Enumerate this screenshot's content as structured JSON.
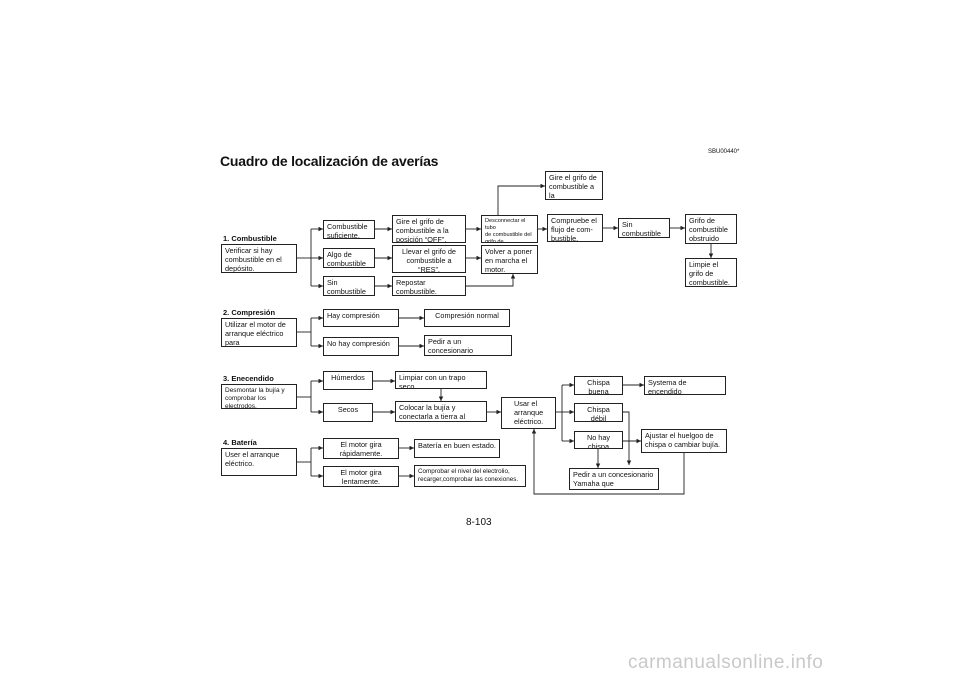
{
  "header": {
    "code": "SBU00440*",
    "title": "Cuadro de localización de averías"
  },
  "sections": {
    "fuel": {
      "heading": "1. Combustible",
      "check": "Verificar si hay\ncombustible en el\ndepósito.",
      "enough": "Combustible\nsuficiente.",
      "some": "Algo de\ncombustible",
      "none": "Sin\ncombustible",
      "turn_off": "Gire  el  grifo  de\ncombustible a la\nposición “OFF”.",
      "turn_res": "Llevar el  grifo de\ncombustible a\n“RES”.",
      "refuel": "Repostar\ncombustible.",
      "disconnect": "Desconnectar el tubo\nde combustible del\ngrifo de combustible.",
      "restart": "Volver a poner\nen marcha el\nmotor.",
      "turn_on": "Gire el grifo de\ncombustible a la\nposición “ON”.",
      "check_flow": "Compruebe  el\n flujo  de  com-\n bustible.",
      "no_fuel": "Sin\ncombustible",
      "clogged": "Grifo de\ncombustible\nobstruido",
      "clean": "Limpie el\ngrifo de\ncombustible."
    },
    "compression": {
      "heading": "2. Compresión",
      "check": "Utilizar  el  motor  de\narranque eléctrico para\nver si hay compresión.",
      "has": "Hay compresión",
      "normal": "Compresión normal",
      "none": "No hay compresión",
      "dealer": "Pedir a un concesionario\nYamaha que inspeccione."
    },
    "ignition": {
      "heading": "3. Enecendido",
      "check": "Desmontar  la  bujía  y\ncomprobar los electrodos.",
      "wet": "Húmerdos",
      "wipe": "Limpiar con un trapo seco.",
      "dry": "Secos",
      "ground": "Colocar la bujía y\nconectarla a tierra al chasis.",
      "starter": "Usar el\narranque\neléctrico.",
      "good": "Chispa\nbuena",
      "weak": "Chispa\ndébil",
      "no_spark": "No  hay\nchispa",
      "system_ok": "Systema de encendido\nnormal",
      "adjust": "Ajustar  el  huelgoo  de\nchispa o cambiar bujía.",
      "dealer": "Pedir a un concesionario\nYamaha que inspeccione."
    },
    "battery": {
      "heading": "4. Batería",
      "check": "User el arranque\neléctrico.",
      "fast": "El motor gira\nrápidamente.",
      "good": "Batería en buen estado.",
      "slow": "El motor gira\nlentamente.",
      "inspect": "Comprobar  el  nivel  del  electrolio,\nrecarger,comprobar las conexiones."
    }
  },
  "footer": {
    "page_number": "8-103",
    "watermark": "carmanualsonline.info"
  }
}
